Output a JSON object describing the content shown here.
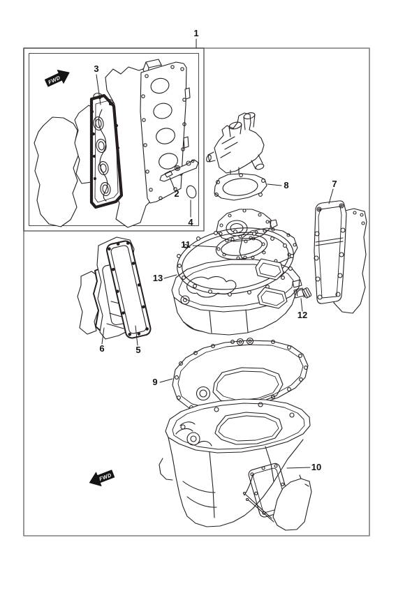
{
  "diagram": {
    "kind": "exploded-parts-diagram-gasket-set",
    "callouts": [
      {
        "label": "1"
      },
      {
        "label": "2"
      },
      {
        "label": "3"
      },
      {
        "label": "4"
      },
      {
        "label": "5"
      },
      {
        "label": "6"
      },
      {
        "label": "7"
      },
      {
        "label": "8"
      },
      {
        "label": "9"
      },
      {
        "label": "10"
      },
      {
        "label": "11"
      },
      {
        "label": "12"
      },
      {
        "label": "13"
      }
    ],
    "orientation": {
      "fwd": "FWD"
    },
    "colors": {
      "background": "#ffffff",
      "line": "#241f1e",
      "frame_border": "#7d7d7d",
      "arrow_fill": "#141414",
      "arrow_text": "#ffffff"
    }
  }
}
